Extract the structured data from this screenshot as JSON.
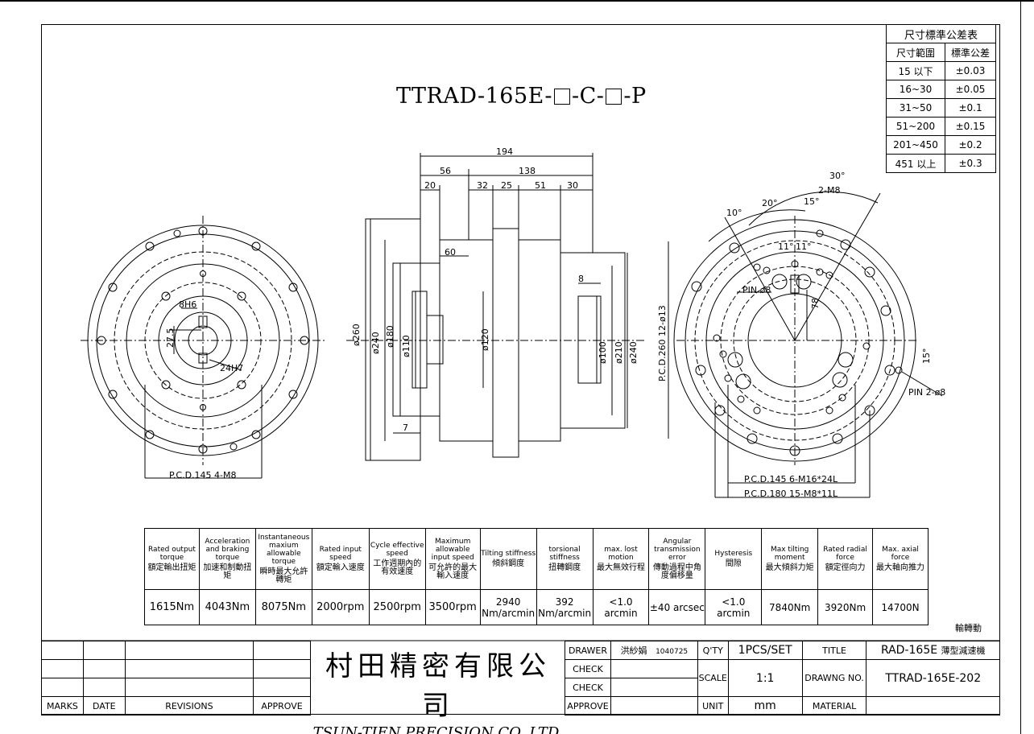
{
  "title": "TTRAD-165E-□-C-□-P",
  "title_parts": {
    "prefix": "TTRAD-165E-",
    "mid": "-C-",
    "suffix": "-P"
  },
  "tolerance_table": {
    "caption": "尺寸標準公差表",
    "headers": [
      "尺寸範圍",
      "標準公差"
    ],
    "rows": [
      [
        "15 以下",
        "±0.03"
      ],
      [
        "16~30",
        "±0.05"
      ],
      [
        "31~50",
        "±0.1"
      ],
      [
        "51~200",
        "±0.15"
      ],
      [
        "201~450",
        "±0.2"
      ],
      [
        "451 以上",
        "±0.3"
      ]
    ]
  },
  "dimensions": {
    "d194": "194",
    "d56": "56",
    "d138": "138",
    "d20": "20",
    "d32": "32",
    "d25": "25",
    "d51": "51",
    "d30": "30",
    "d60": "60",
    "d8": "8",
    "d7": "7",
    "phi260": "ø260",
    "phi240a": "ø240",
    "phi180": "ø180",
    "phi110": "ø110",
    "phi120": "ø120",
    "phi100": "ø100",
    "phi210": "ø210",
    "phi240b": "ø240",
    "left_8h6": "8H6",
    "left_27_5": "27.5",
    "left_24h7": "24H7",
    "left_pcd": "P.C.D.145  4-M8",
    "a30": "30°",
    "a20": "20°",
    "a15": "15°",
    "a10": "10°",
    "m8": "2-M8",
    "a11a": "11°",
    "a11b": "11°",
    "pin8": "PIN ø8",
    "d78": "78",
    "a15b": "15°",
    "pin2": "PIN 2-ø8",
    "pcd260": "P.C.D.260  12-ø13",
    "pcd145": "P.C.D.145  6-M16*24L",
    "pcd180": "P.C.D.180  15-M8*11L"
  },
  "spec_table": {
    "columns": [
      {
        "en": "Rated output torque",
        "zh": "額定輸出扭矩",
        "value": "1615Nm"
      },
      {
        "en": "Acceleration and braking torque",
        "zh": "加速和制動扭矩",
        "value": "4043Nm"
      },
      {
        "en": "Instantaneous maxium allowable torque",
        "zh": "瞬時最大允許轉矩",
        "value": "8075Nm"
      },
      {
        "en": "Rated input speed",
        "zh": "額定輸入速度",
        "value": "2000rpm"
      },
      {
        "en": "Cycle effective speed",
        "zh": "工作週期內的有效速度",
        "value": "2500rpm"
      },
      {
        "en": "Maximum allowable input speed",
        "zh": "可允許的最大輸入速度",
        "value": "3500rpm"
      },
      {
        "en": "Tilting stiffness",
        "zh": "傾斜鋼度",
        "value": "2940 Nm/arcmin"
      },
      {
        "en": "torsional stiffness",
        "zh": "扭轉鋼度",
        "value": "392 Nm/arcmin"
      },
      {
        "en": "max. lost motion",
        "zh": "最大無效行程",
        "value": "<1.0 arcmin"
      },
      {
        "en": "Angular transmission error",
        "zh": "傳動過程中角度偏移量",
        "value": "±40 arcsec"
      },
      {
        "en": "Hysteresis",
        "zh": "間隙",
        "value": "<1.0 arcmin"
      },
      {
        "en": "Max tilting moment",
        "zh": "最大傾斜力矩",
        "value": "7840Nm"
      },
      {
        "en": "Rated radial force",
        "zh": "額定徑向力",
        "value": "3920Nm"
      },
      {
        "en": "Max. axial force",
        "zh": "最大軸向推力",
        "value": "14700N"
      }
    ]
  },
  "note": "輸轉動",
  "title_block": {
    "marks": "MARKS",
    "date": "DATE",
    "revisions": "REVISIONS",
    "approve": "APPROVE",
    "company_cn": "村田精密有限公司",
    "company_en": "TSUN-TIEN PRECISION CO.,LTD.",
    "drawer_label": "DRAWER",
    "drawer_name": "洪紗娟",
    "drawer_date": "1040725",
    "check1": "CHECK",
    "check2": "CHECK",
    "approve2": "APPROVE",
    "qty_label": "Q'TY",
    "qty_value": "1PCS/SET",
    "scale_label": "SCALE",
    "scale_value": "1:1",
    "unit_label": "UNIT",
    "unit_value": "mm",
    "title_label": "TITLE",
    "title_value": "RAD-165E",
    "title_value_zh": "薄型減速機",
    "drawing_no_label": "DRAWNG NO.",
    "drawing_no_value": "TTRAD-165E-202",
    "material_label": "MATERIAL"
  }
}
